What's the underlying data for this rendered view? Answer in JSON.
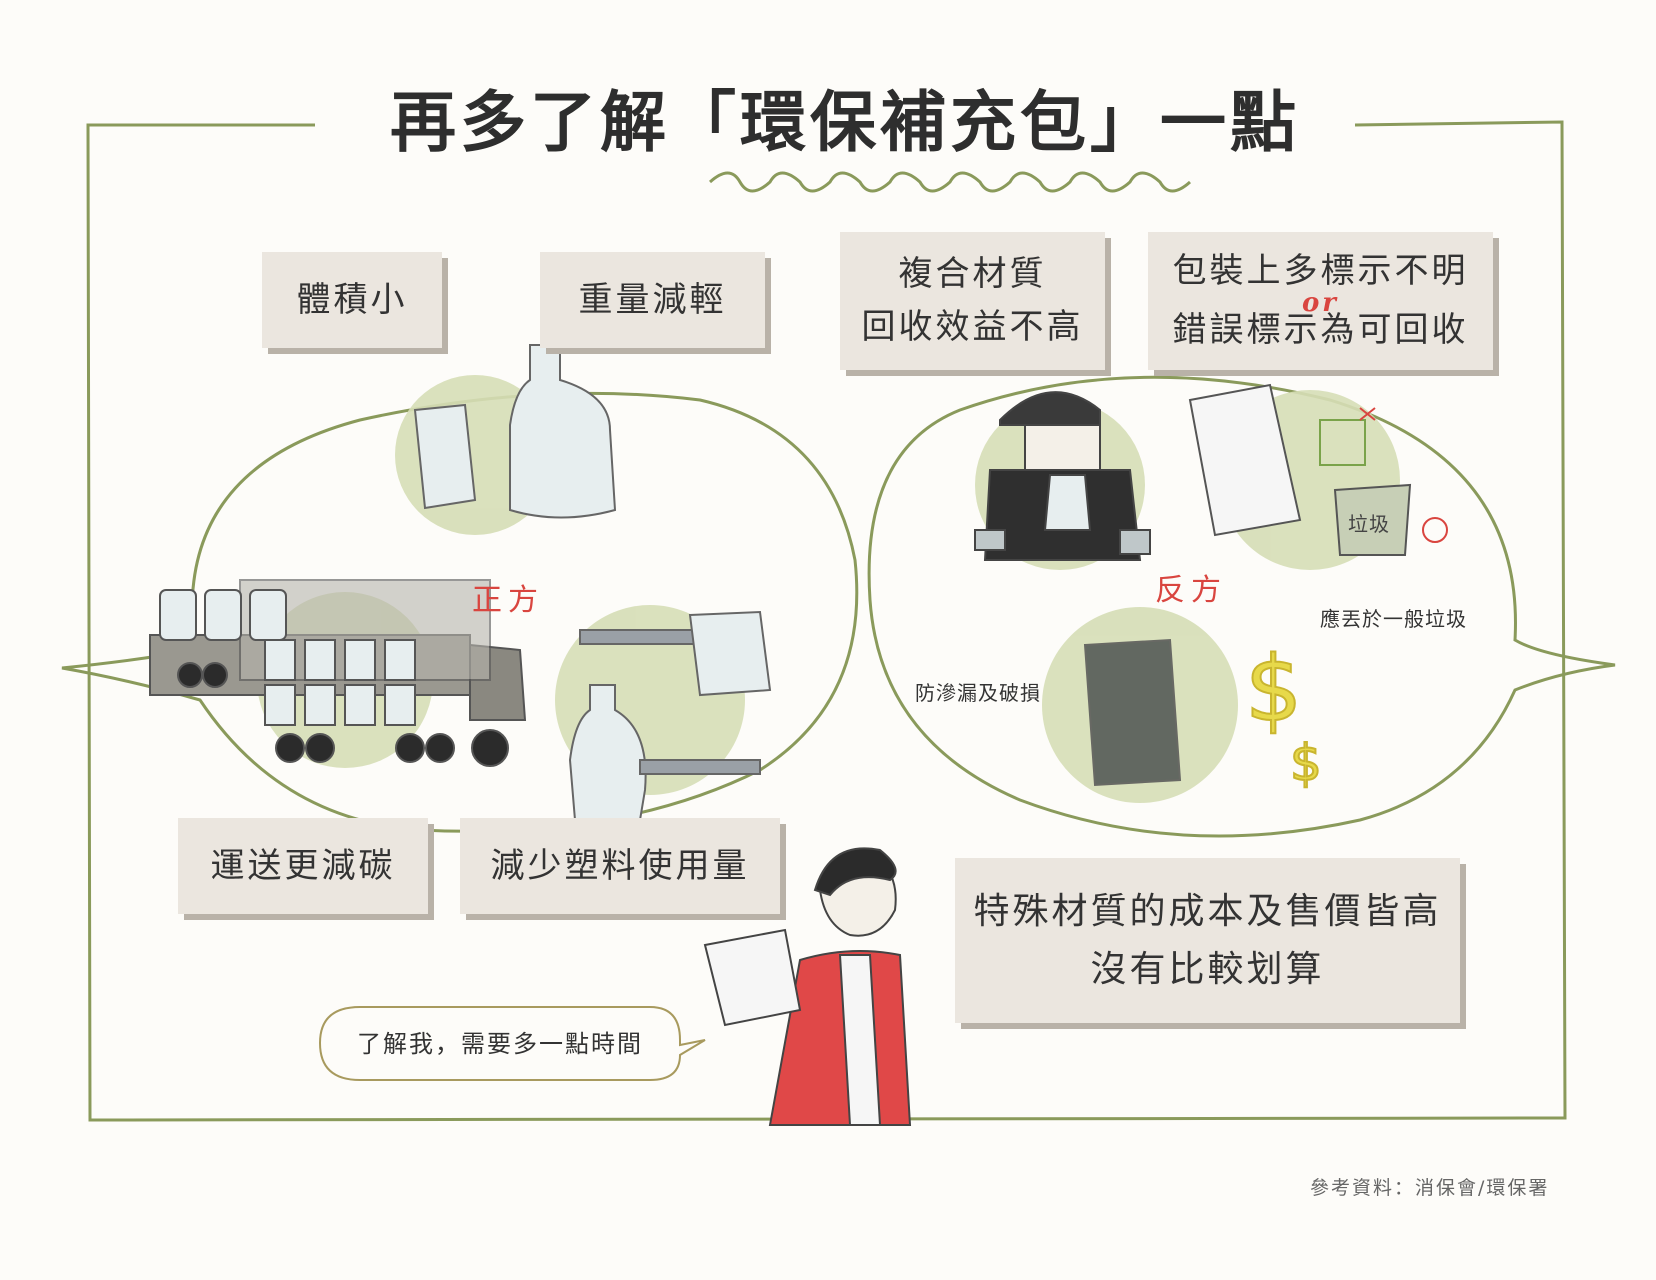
{
  "title": "再多了解「環保補充包」一點",
  "pros": {
    "side_label": "正方",
    "items": [
      {
        "label": "體積小"
      },
      {
        "label": "重量減輕"
      },
      {
        "label": "運送更減碳"
      },
      {
        "label": "減少塑料使用量"
      }
    ]
  },
  "cons": {
    "side_label": "反方",
    "composite": {
      "line1": "複合材質",
      "line2": "回收效益不高"
    },
    "labeling": {
      "line1": "包裝上多標示不明",
      "or": "or",
      "line2": "錯誤標示為可回收"
    },
    "cost": {
      "line1": "特殊材質的成本及售價皆高",
      "line2": "沒有比較划算"
    },
    "notes": {
      "dispose": "應丟於一般垃圾",
      "leak": "防滲漏及破損",
      "bin_label": "垃圾"
    }
  },
  "speech_bubble": "了解我，需要多一點時間",
  "reference": "參考資料：消保會/環保署",
  "colors": {
    "frame_green": "#8a9a5b",
    "circle_green": "#d6deb6",
    "label_bg": "#ebe6df",
    "label_shadow": "#b9b2a8",
    "accent_red": "#d9453f",
    "gold": "#e7d94a"
  }
}
